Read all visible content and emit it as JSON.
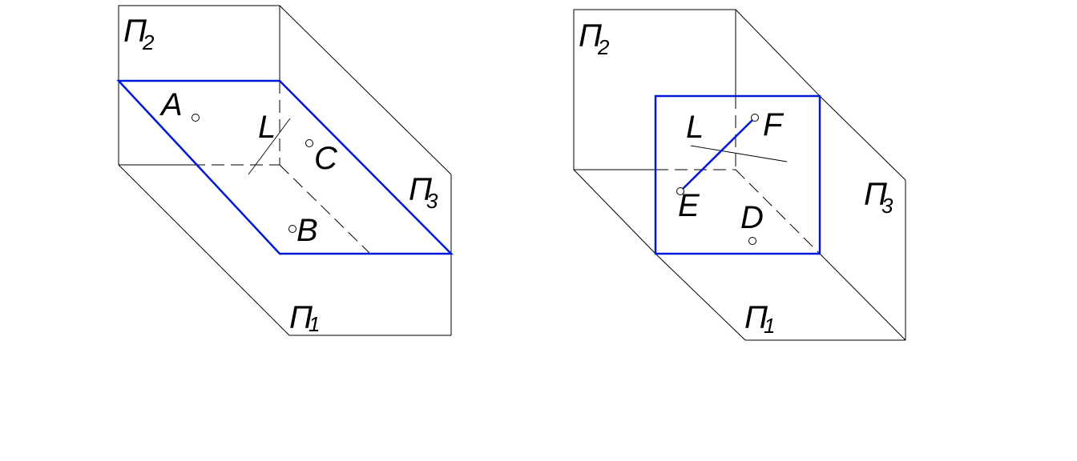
{
  "diagrams": [
    {
      "planes": {
        "p2": "П",
        "p2_index": "2",
        "p3": "П",
        "p3_index": "3",
        "p1": "П",
        "p1_index": "1"
      },
      "points": {
        "a": "A",
        "b": "B",
        "c": "C"
      },
      "line_label": "L",
      "colors": {
        "plane": "#0018d8",
        "edges": "#000000"
      }
    },
    {
      "planes": {
        "p2": "П",
        "p2_index": "2",
        "p3": "П",
        "p3_index": "3",
        "p1": "П",
        "p1_index": "1"
      },
      "points": {
        "e": "E",
        "f": "F",
        "d": "D"
      },
      "line_label": "L",
      "colors": {
        "plane": "#0018d8",
        "edges": "#000000"
      }
    }
  ]
}
